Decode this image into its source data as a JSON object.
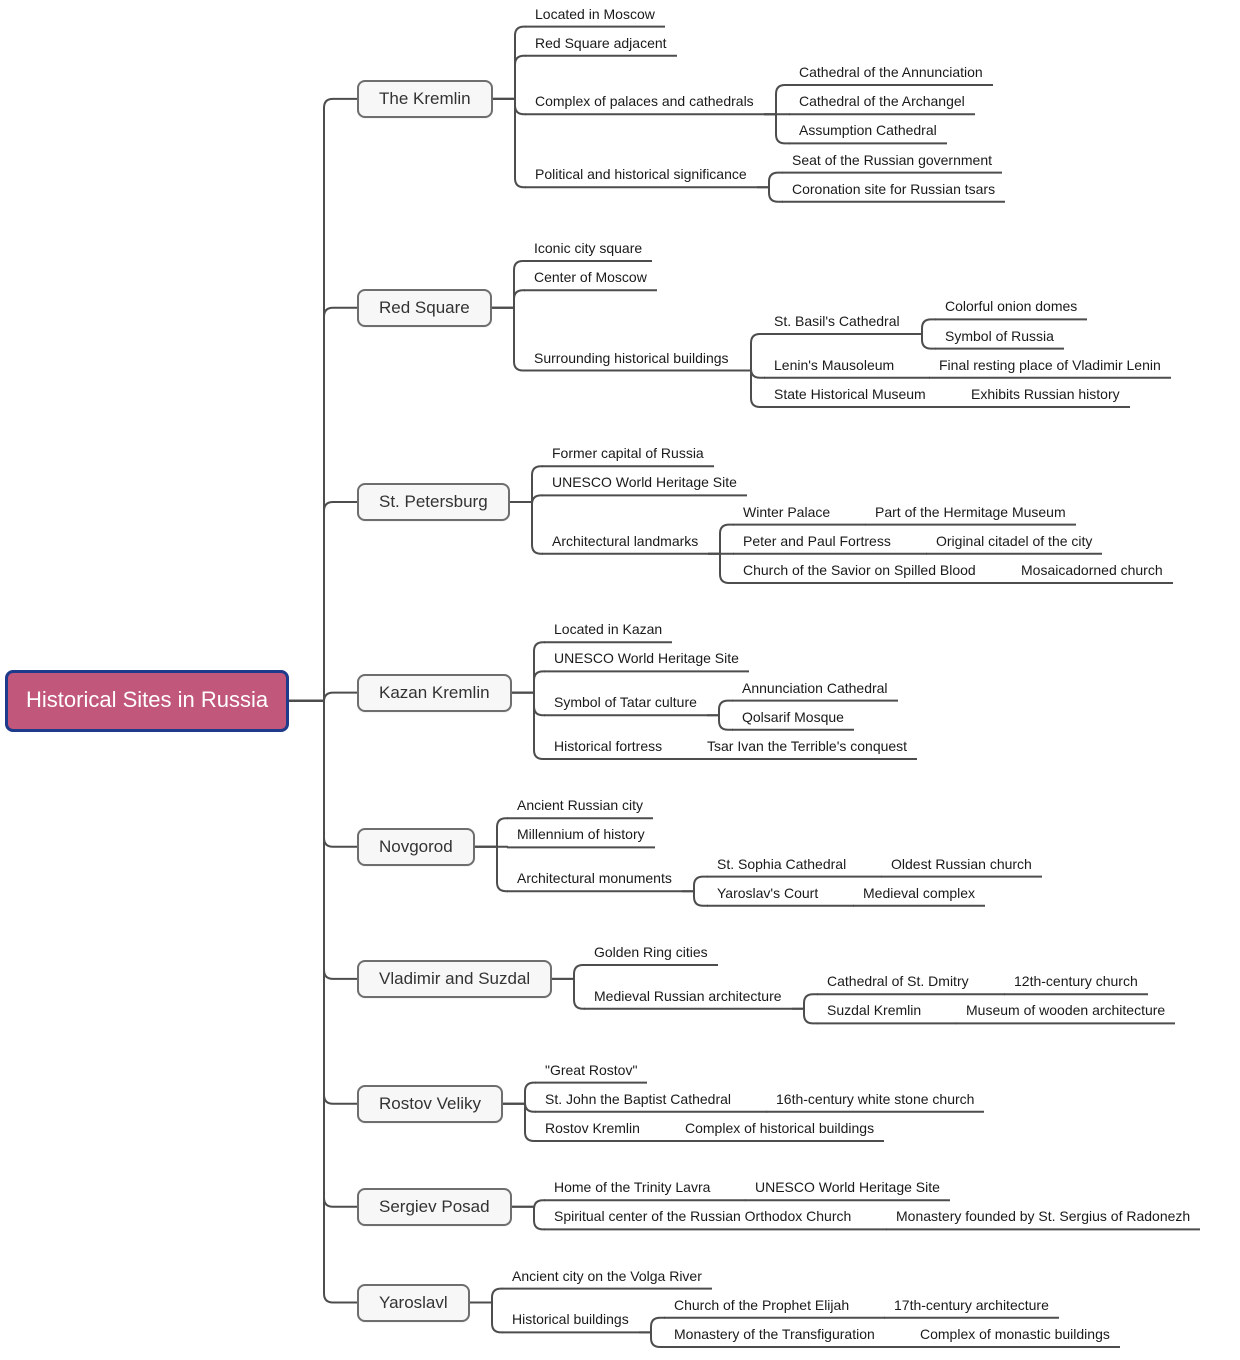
{
  "colors": {
    "background": "#ffffff",
    "line": "#4d4d4d",
    "text": "#1a1a1a",
    "topic_fill": "#f7f7f7",
    "topic_border": "#6e6e6e",
    "topic_text": "#333333",
    "root_fill": "#c2577c",
    "root_border": "#1e3a8a",
    "root_text": "#ffffff"
  },
  "mindmap": {
    "label": "Historical Sites in Russia",
    "children": [
      {
        "label": "The Kremlin",
        "children": [
          {
            "label": "Located in Moscow"
          },
          {
            "label": "Red Square adjacent"
          },
          {
            "label": "Complex of palaces and cathedrals",
            "children": [
              {
                "label": "Cathedral of the Annunciation"
              },
              {
                "label": "Cathedral of the Archangel"
              },
              {
                "label": "Assumption Cathedral"
              }
            ]
          },
          {
            "label": "Political and historical significance",
            "children": [
              {
                "label": "Seat of the Russian government"
              },
              {
                "label": "Coronation site for Russian tsars"
              }
            ]
          }
        ]
      },
      {
        "label": "Red Square",
        "children": [
          {
            "label": "Iconic city square"
          },
          {
            "label": "Center of Moscow"
          },
          {
            "label": "Surrounding historical buildings",
            "children": [
              {
                "label": "St. Basil's Cathedral",
                "children": [
                  {
                    "label": "Colorful onion domes"
                  },
                  {
                    "label": "Symbol of Russia"
                  }
                ]
              },
              {
                "label": "Lenin's Mausoleum",
                "children": [
                  {
                    "label": "Final resting place of Vladimir Lenin"
                  }
                ]
              },
              {
                "label": "State Historical Museum",
                "children": [
                  {
                    "label": "Exhibits Russian history"
                  }
                ]
              }
            ]
          }
        ]
      },
      {
        "label": "St. Petersburg",
        "children": [
          {
            "label": "Former capital of Russia"
          },
          {
            "label": "UNESCO World Heritage Site"
          },
          {
            "label": "Architectural landmarks",
            "children": [
              {
                "label": "Winter Palace",
                "children": [
                  {
                    "label": "Part of the Hermitage Museum"
                  }
                ]
              },
              {
                "label": "Peter and Paul Fortress",
                "children": [
                  {
                    "label": "Original citadel of the city"
                  }
                ]
              },
              {
                "label": "Church of the Savior on Spilled Blood",
                "children": [
                  {
                    "label": "Mosaicadorned church"
                  }
                ]
              }
            ]
          }
        ]
      },
      {
        "label": "Kazan Kremlin",
        "children": [
          {
            "label": "Located in Kazan"
          },
          {
            "label": "UNESCO World Heritage Site"
          },
          {
            "label": "Symbol of Tatar culture",
            "children": [
              {
                "label": "Annunciation Cathedral"
              },
              {
                "label": "Qolsarif Mosque"
              }
            ]
          },
          {
            "label": "Historical fortress",
            "children": [
              {
                "label": "Tsar Ivan the Terrible's conquest"
              }
            ]
          }
        ]
      },
      {
        "label": "Novgorod",
        "children": [
          {
            "label": "Ancient Russian city"
          },
          {
            "label": "Millennium of history"
          },
          {
            "label": "Architectural monuments",
            "children": [
              {
                "label": "St. Sophia Cathedral",
                "children": [
                  {
                    "label": "Oldest Russian church"
                  }
                ]
              },
              {
                "label": "Yaroslav's Court",
                "children": [
                  {
                    "label": "Medieval complex"
                  }
                ]
              }
            ]
          }
        ]
      },
      {
        "label": "Vladimir and Suzdal",
        "children": [
          {
            "label": "Golden Ring cities"
          },
          {
            "label": "Medieval Russian architecture",
            "children": [
              {
                "label": "Cathedral of St. Dmitry",
                "children": [
                  {
                    "label": "12th-century church"
                  }
                ]
              },
              {
                "label": "Suzdal Kremlin",
                "children": [
                  {
                    "label": "Museum of wooden architecture"
                  }
                ]
              }
            ]
          }
        ]
      },
      {
        "label": "Rostov Veliky",
        "children": [
          {
            "label": "\"Great Rostov\""
          },
          {
            "label": "St. John the Baptist Cathedral",
            "children": [
              {
                "label": "16th-century white stone church"
              }
            ]
          },
          {
            "label": "Rostov Kremlin",
            "children": [
              {
                "label": "Complex of historical buildings"
              }
            ]
          }
        ]
      },
      {
        "label": "Sergiev Posad",
        "children": [
          {
            "label": "Home of the Trinity Lavra",
            "children": [
              {
                "label": "UNESCO World Heritage Site"
              }
            ]
          },
          {
            "label": "Spiritual center of the Russian Orthodox Church",
            "children": [
              {
                "label": "Monastery founded by St. Sergius of Radonezh"
              }
            ]
          }
        ]
      },
      {
        "label": "Yaroslavl",
        "children": [
          {
            "label": "Ancient city on the Volga River"
          },
          {
            "label": "Historical buildings",
            "children": [
              {
                "label": "Church of the Prophet Elijah",
                "children": [
                  {
                    "label": "17th-century architecture"
                  }
                ]
              },
              {
                "label": "Monastery of the Transfiguration",
                "children": [
                  {
                    "label": "Complex of monastic buildings"
                  }
                ]
              }
            ]
          }
        ]
      }
    ]
  }
}
